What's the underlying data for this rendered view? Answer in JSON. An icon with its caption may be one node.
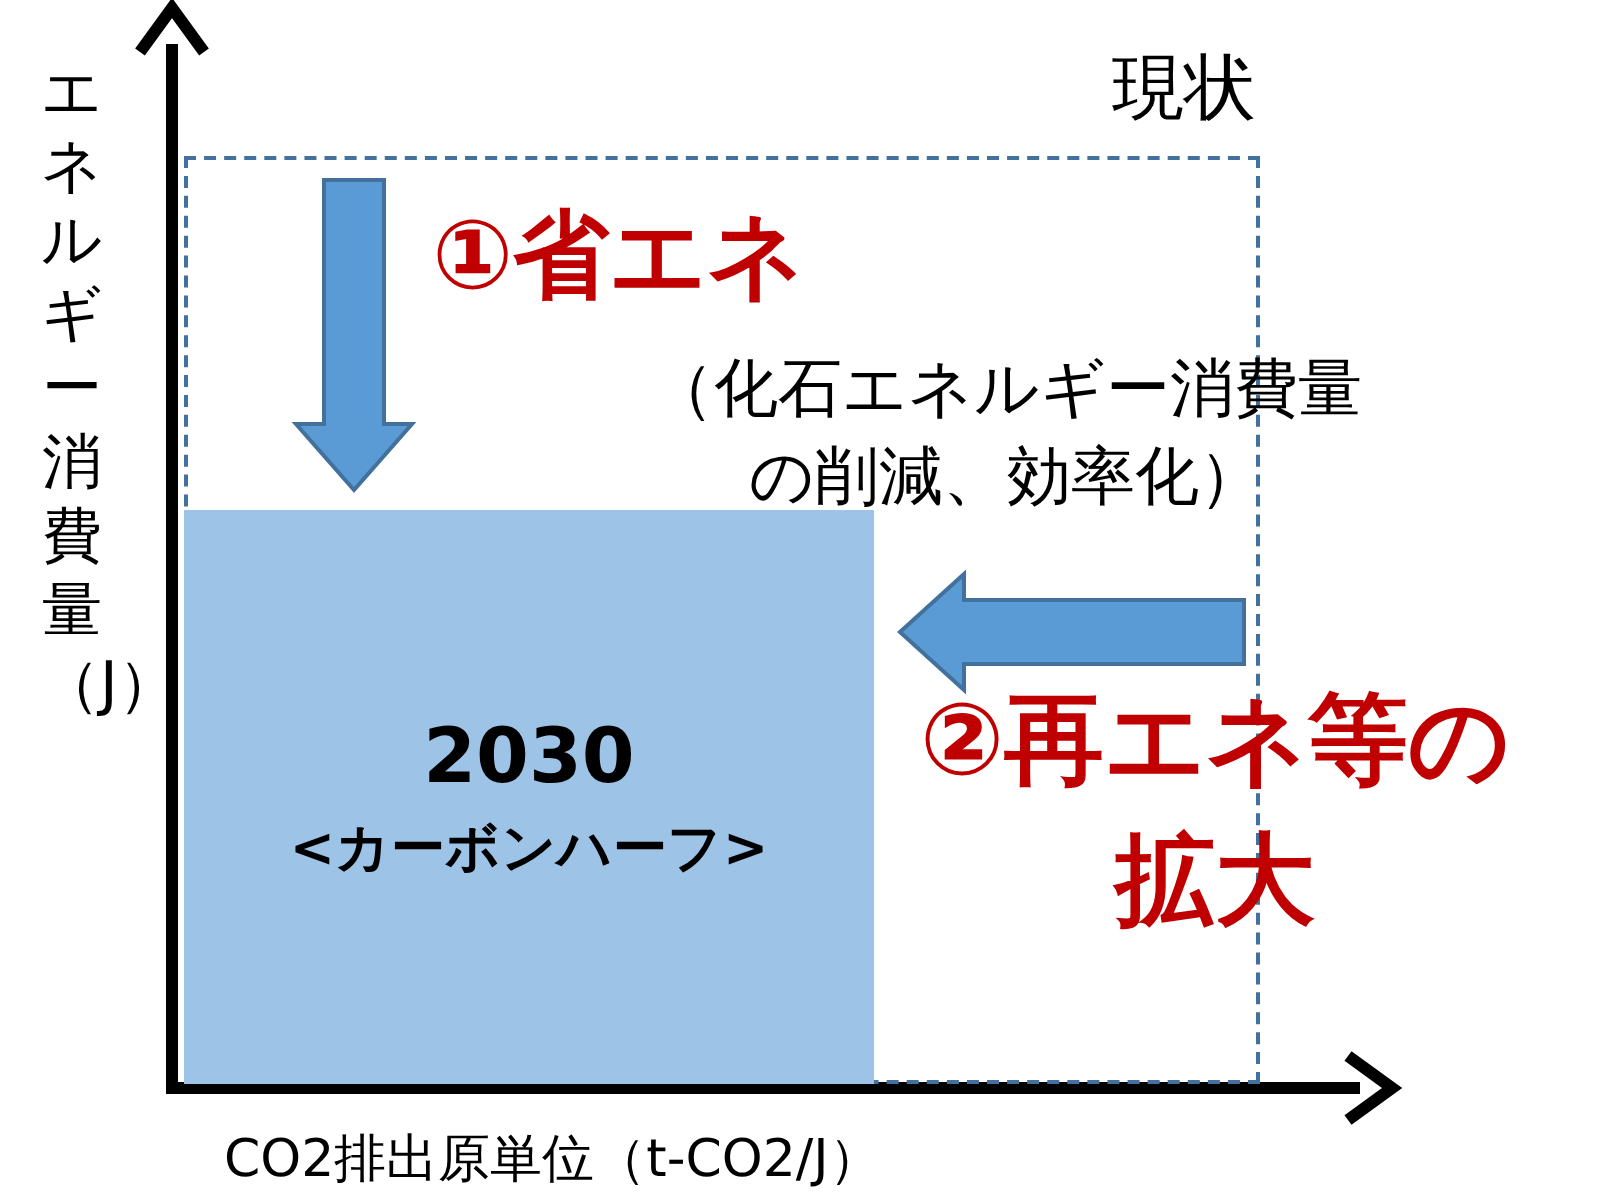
{
  "diagram": {
    "nodes": [
      {
        "text": [
          "現状"
        ]
      },
      {
        "text": [
          "2030",
          "<カーボンハーフ>"
        ],
        "in": 0
      }
    ],
    "labels": [
      "エネルギー消費量（J）",
      "①省エネ",
      "（化石エネルギー消費量の削減、効率化）",
      "②再エネ等の拡大",
      "CO2排出原単位（t-CO2/J）"
    ]
  }
}
